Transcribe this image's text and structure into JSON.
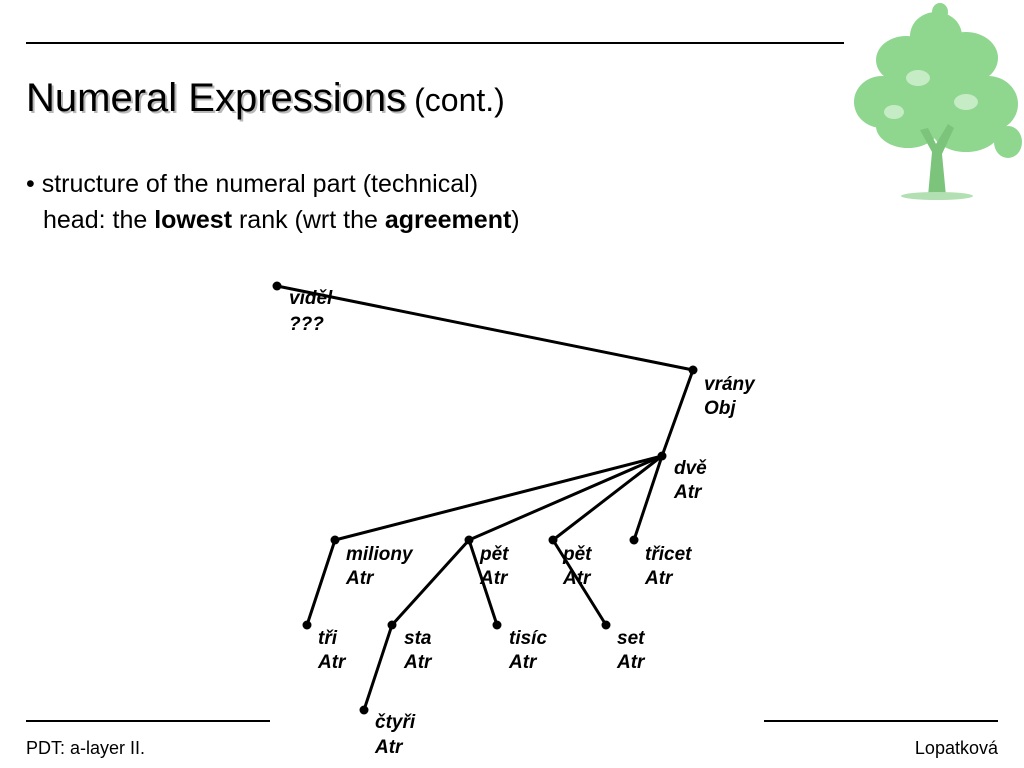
{
  "slide": {
    "title_main": "Numeral Expressions",
    "title_sub": "(cont.)",
    "bullet_marker": "•",
    "bullet_line1": "structure of the numeral part (technical)",
    "bullet_line2_a": "head: the ",
    "bullet_line2_b": "lowest",
    "bullet_line2_c": " rank (wrt the ",
    "bullet_line2_d": "agreement",
    "bullet_line2_e": ")"
  },
  "footer": {
    "left": "PDT: a-layer II.",
    "right": "Lopatková"
  },
  "logo": {
    "icon": "tree-icon",
    "color": "#8fd68f"
  },
  "tree": {
    "nodes": [
      {
        "id": "root",
        "word": "",
        "func": ""
      },
      {
        "id": "videl",
        "word": "viděl",
        "func": "???"
      },
      {
        "id": "vrany",
        "word": "vrány",
        "func": "Obj"
      },
      {
        "id": "dve",
        "word": "dvě",
        "func": "Atr"
      },
      {
        "id": "miliony",
        "word": "miliony",
        "func": "Atr"
      },
      {
        "id": "pet1",
        "word": "pět",
        "func": "Atr"
      },
      {
        "id": "pet2",
        "word": "pět",
        "func": "Atr"
      },
      {
        "id": "tricet",
        "word": "třicet",
        "func": "Atr"
      },
      {
        "id": "tri",
        "word": "tři",
        "func": "Atr"
      },
      {
        "id": "sta",
        "word": "sta",
        "func": "Atr"
      },
      {
        "id": "tisic",
        "word": "tisíc",
        "func": "Atr"
      },
      {
        "id": "set",
        "word": "set",
        "func": "Atr"
      },
      {
        "id": "ctyri",
        "word": "čtyři",
        "func": "Atr"
      }
    ],
    "edges": [
      [
        "root",
        "vrany"
      ],
      [
        "vrany",
        "dve"
      ],
      [
        "dve",
        "miliony"
      ],
      [
        "dve",
        "pet1"
      ],
      [
        "dve",
        "pet2"
      ],
      [
        "dve",
        "tricet"
      ],
      [
        "miliony",
        "tri"
      ],
      [
        "pet1",
        "sta"
      ],
      [
        "pet1",
        "tisic"
      ],
      [
        "pet2",
        "set"
      ],
      [
        "sta",
        "ctyri"
      ]
    ]
  }
}
